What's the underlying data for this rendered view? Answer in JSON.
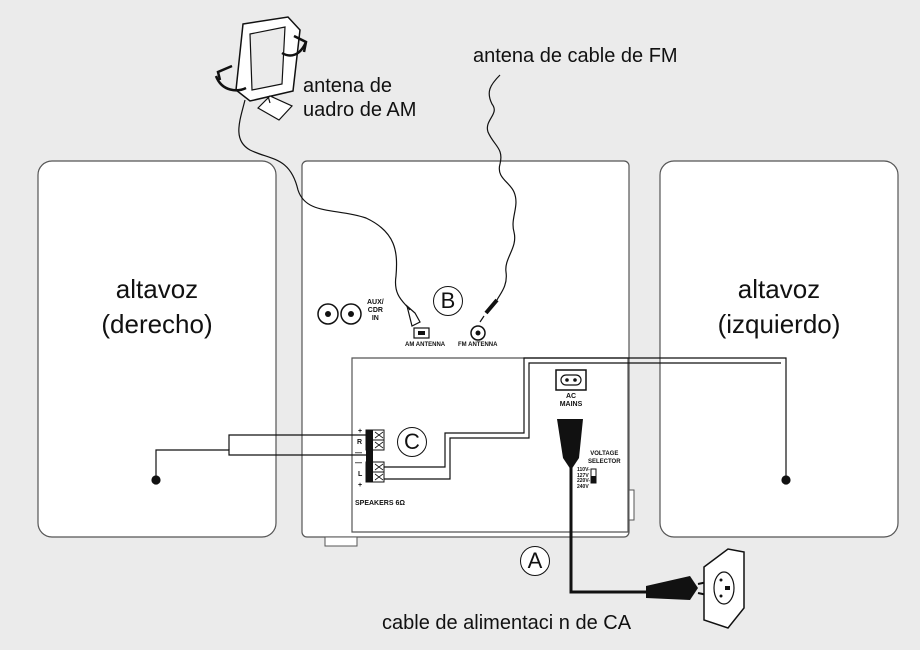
{
  "labels": {
    "fm_antenna": "antena de cable de FM",
    "am_antenna_line1": "antena de",
    "am_antenna_line2": "uadro de AM",
    "speaker_right_line1": "altavoz",
    "speaker_right_line2": "(derecho)",
    "speaker_left_line1": "altavoz",
    "speaker_left_line2": "(izquierdo)",
    "power_cable": "cable de alimentaci n de CA"
  },
  "markers": {
    "a": "A",
    "b": "B",
    "c": "C"
  },
  "panel_text": {
    "aux_line1": "AUX/",
    "aux_line2": "CDR",
    "aux_line3": "IN",
    "am_antenna": "AM ANTENNA",
    "fm_antenna": "FM ANTENNA",
    "ac_line1": "AC",
    "ac_line2": "MAINS",
    "voltage_line1": "VOLTAGE",
    "voltage_line2": "SELECTOR",
    "v110": "110V-",
    "v127": "127V",
    "v220": "220V-",
    "v240": "240V",
    "speakers": "SPEAKERS 6Ω",
    "term_plus_top": "+",
    "term_r": "R",
    "term_minus_top": "—",
    "term_minus_bottom": "—",
    "term_l": "L",
    "term_plus_bottom": "+"
  },
  "colors": {
    "background": "#ebebeb",
    "panel": "#ffffff",
    "line": "#111111",
    "outline": "#555555"
  }
}
